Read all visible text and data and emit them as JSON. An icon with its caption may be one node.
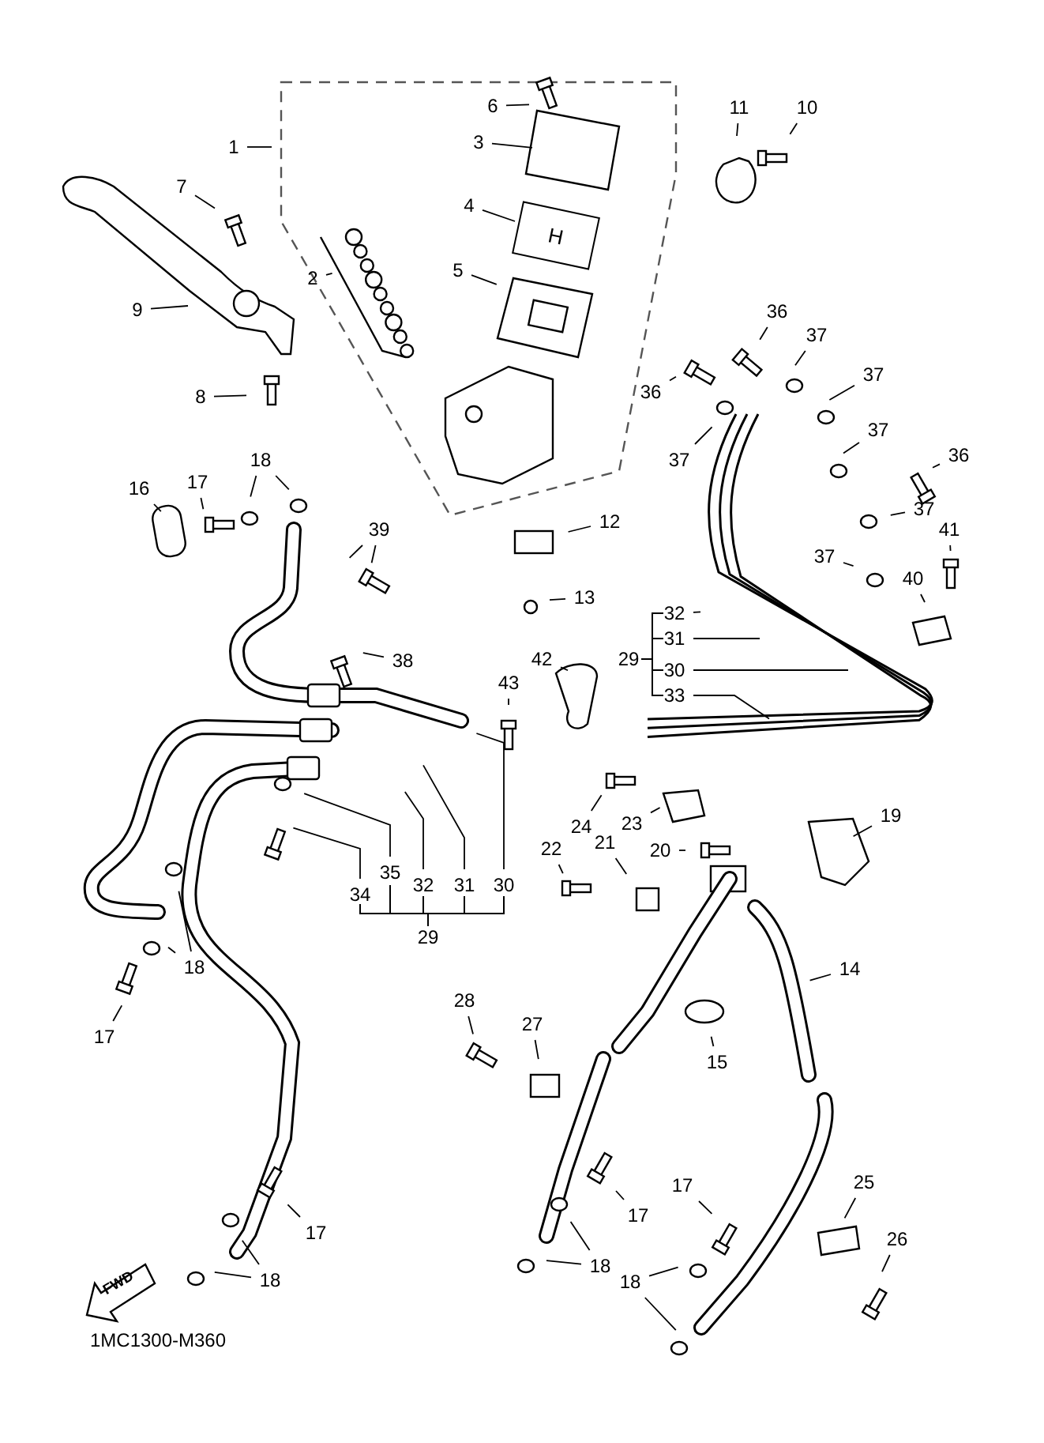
{
  "diagram": {
    "nodes": [
      {
        "text": [
          "1"
        ]
      },
      {
        "text": [
          "6"
        ]
      },
      {
        "text": [
          "11"
        ]
      },
      {
        "text": [
          "10"
        ]
      },
      {
        "text": [
          "3"
        ]
      },
      {
        "text": [
          "7"
        ]
      },
      {
        "text": [
          "4"
        ]
      },
      {
        "text": [
          "2"
        ]
      },
      {
        "text": [
          "5"
        ]
      },
      {
        "text": [
          "9"
        ]
      },
      {
        "text": [
          "36"
        ]
      },
      {
        "text": [
          "37"
        ]
      },
      {
        "text": [
          "37"
        ]
      },
      {
        "text": [
          "36"
        ]
      },
      {
        "text": [
          "8"
        ]
      },
      {
        "text": [
          "37"
        ]
      },
      {
        "text": [
          "36"
        ]
      },
      {
        "text": [
          "37"
        ]
      },
      {
        "text": [
          "16"
        ]
      },
      {
        "text": [
          "17"
        ]
      },
      {
        "text": [
          "18"
        ]
      },
      {
        "text": [
          "37"
        ]
      },
      {
        "text": [
          "12"
        ]
      },
      {
        "text": [
          "41"
        ]
      },
      {
        "text": [
          "39"
        ]
      },
      {
        "text": [
          "37"
        ]
      },
      {
        "text": [
          "40"
        ]
      },
      {
        "text": [
          "13"
        ]
      },
      {
        "text": [
          "32"
        ]
      },
      {
        "text": [
          "31"
        ]
      },
      {
        "text": [
          "29"
        ]
      },
      {
        "text": [
          "38"
        ]
      },
      {
        "text": [
          "42"
        ]
      },
      {
        "text": [
          "30"
        ]
      },
      {
        "text": [
          "43"
        ]
      },
      {
        "text": [
          "33"
        ]
      },
      {
        "text": [
          "24"
        ]
      },
      {
        "text": [
          "23"
        ]
      },
      {
        "text": [
          "19"
        ]
      },
      {
        "text": [
          "20"
        ]
      },
      {
        "text": [
          "22"
        ]
      },
      {
        "text": [
          "21"
        ]
      },
      {
        "text": [
          "35"
        ]
      },
      {
        "text": [
          "34"
        ]
      },
      {
        "text": [
          "32"
        ]
      },
      {
        "text": [
          "31"
        ]
      },
      {
        "text": [
          "30"
        ]
      },
      {
        "text": [
          "29"
        ]
      },
      {
        "text": [
          "18"
        ]
      },
      {
        "text": [
          "14"
        ]
      },
      {
        "text": [
          "28"
        ]
      },
      {
        "text": [
          "27"
        ]
      },
      {
        "text": [
          "17"
        ]
      },
      {
        "text": [
          "15"
        ]
      },
      {
        "text": [
          "25"
        ]
      },
      {
        "text": [
          "17"
        ]
      },
      {
        "text": [
          "17"
        ]
      },
      {
        "text": [
          "17"
        ]
      },
      {
        "text": [
          "26"
        ]
      },
      {
        "text": [
          "18"
        ]
      },
      {
        "text": [
          "18"
        ]
      },
      {
        "text": [
          "18"
        ]
      },
      {
        "text": [
          "H"
        ]
      }
    ],
    "edges": [
      {
        "from": 0,
        "to": null,
        "arrow": "none"
      },
      {
        "from": 1,
        "to": null,
        "arrow": "none"
      },
      {
        "from": 2,
        "to": null,
        "arrow": "none"
      },
      {
        "from": 3,
        "to": null,
        "arrow": "none"
      },
      {
        "from": 4,
        "to": null,
        "arrow": "none"
      },
      {
        "from": 5,
        "to": null,
        "arrow": "none"
      },
      {
        "from": 6,
        "to": 62,
        "arrow": "none"
      },
      {
        "from": 7,
        "to": null,
        "arrow": "none"
      },
      {
        "from": 8,
        "to": null,
        "arrow": "none"
      },
      {
        "from": 9,
        "to": null,
        "arrow": "none"
      },
      {
        "from": 10,
        "to": null,
        "arrow": "none"
      },
      {
        "from": 11,
        "to": null,
        "arrow": "none"
      },
      {
        "from": 12,
        "to": null,
        "arrow": "none"
      },
      {
        "from": 13,
        "to": null,
        "arrow": "none"
      },
      {
        "from": 14,
        "to": null,
        "arrow": "none"
      },
      {
        "from": 15,
        "to": null,
        "arrow": "none"
      },
      {
        "from": 16,
        "to": null,
        "arrow": "none"
      },
      {
        "from": 17,
        "to": null,
        "arrow": "none"
      },
      {
        "from": 18,
        "to": null,
        "arrow": "none"
      },
      {
        "from": 19,
        "to": null,
        "arrow": "none"
      },
      {
        "from": 20,
        "to": null,
        "arrow": "none"
      },
      {
        "from": 20,
        "to": null,
        "arrow": "none"
      },
      {
        "from": 21,
        "to": null,
        "arrow": "none"
      },
      {
        "from": 22,
        "to": null,
        "arrow": "none"
      },
      {
        "from": 23,
        "to": null,
        "arrow": "none"
      },
      {
        "from": 24,
        "to": null,
        "arrow": "none"
      },
      {
        "from": 24,
        "to": null,
        "arrow": "none"
      },
      {
        "from": 25,
        "to": null,
        "arrow": "none"
      },
      {
        "from": 26,
        "to": null,
        "arrow": "none"
      },
      {
        "from": 27,
        "to": null,
        "arrow": "none"
      },
      {
        "from": 28,
        "to": null,
        "arrow": "none"
      },
      {
        "from": 29,
        "to": null,
        "arrow": "none"
      },
      {
        "from": 31,
        "to": null,
        "arrow": "none"
      },
      {
        "from": 32,
        "to": null,
        "arrow": "none"
      },
      {
        "from": 33,
        "to": null,
        "arrow": "none"
      },
      {
        "from": 34,
        "to": null,
        "arrow": "none"
      },
      {
        "from": 35,
        "to": null,
        "arrow": "none"
      },
      {
        "from": 36,
        "to": null,
        "arrow": "none"
      },
      {
        "from": 37,
        "to": null,
        "arrow": "none"
      },
      {
        "from": 38,
        "to": null,
        "arrow": "none"
      },
      {
        "from": 39,
        "to": null,
        "arrow": "none"
      },
      {
        "from": 40,
        "to": null,
        "arrow": "none"
      },
      {
        "from": 41,
        "to": null,
        "arrow": "none"
      },
      {
        "from": 42,
        "to": null,
        "arrow": "none"
      },
      {
        "from": 43,
        "to": null,
        "arrow": "none"
      },
      {
        "from": 44,
        "to": null,
        "arrow": "none"
      },
      {
        "from": 45,
        "to": null,
        "arrow": "none"
      },
      {
        "from": 46,
        "to": null,
        "arrow": "none"
      },
      {
        "from": 48,
        "to": null,
        "arrow": "none"
      },
      {
        "from": 48,
        "to": null,
        "arrow": "none"
      },
      {
        "from": 49,
        "to": null,
        "arrow": "none"
      },
      {
        "from": 50,
        "to": null,
        "arrow": "none"
      },
      {
        "from": 51,
        "to": null,
        "arrow": "none"
      },
      {
        "from": 52,
        "to": null,
        "arrow": "none"
      },
      {
        "from": 53,
        "to": null,
        "arrow": "none"
      },
      {
        "from": 54,
        "to": null,
        "arrow": "none"
      },
      {
        "from": 55,
        "to": null,
        "arrow": "none"
      },
      {
        "from": 56,
        "to": null,
        "arrow": "none"
      },
      {
        "from": 57,
        "to": null,
        "arrow": "none"
      },
      {
        "from": 58,
        "to": null,
        "arrow": "none"
      },
      {
        "from": 59,
        "to": null,
        "arrow": "none"
      },
      {
        "from": 59,
        "to": null,
        "arrow": "none"
      },
      {
        "from": 60,
        "to": null,
        "arrow": "none"
      },
      {
        "from": 60,
        "to": null,
        "arrow": "none"
      },
      {
        "from": 61,
        "to": null,
        "arrow": "none"
      },
      {
        "from": 61,
        "to": null,
        "arrow": "none"
      }
    ],
    "labels": [
      "FWD",
      "1MC1300-M360"
    ]
  }
}
